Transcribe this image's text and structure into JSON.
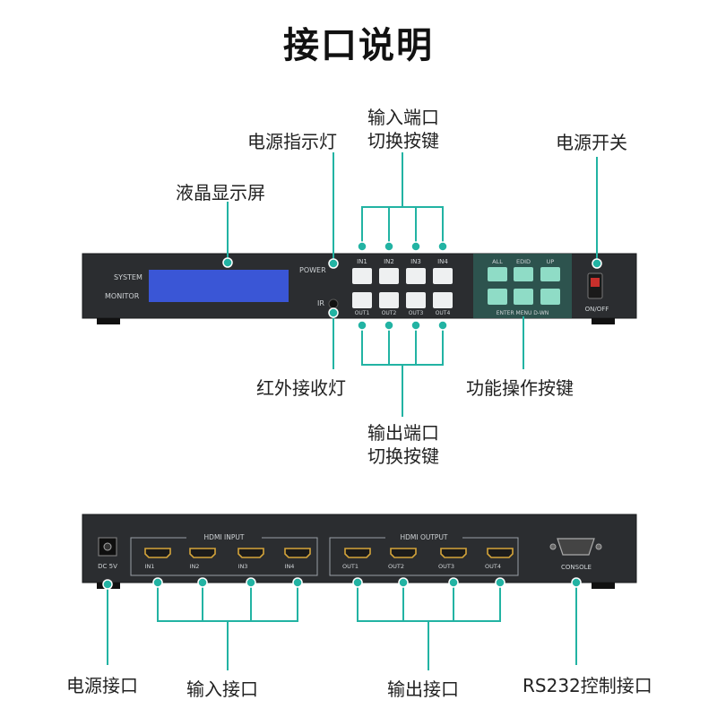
{
  "title": "接口说明",
  "front_callouts": {
    "lcd": "液晶显示屏",
    "power_led": "电源指示灯",
    "input_switch": [
      "输入端口",
      "切换按键"
    ],
    "power_switch": "电源开关",
    "ir_receiver": "红外接收灯",
    "output_switch": [
      "输出端口",
      "切换按键"
    ],
    "function_keys": "功能操作按键"
  },
  "back_callouts": {
    "dc_power": "电源接口",
    "hdmi_in": "输入接口",
    "hdmi_out": "输出接口",
    "rs232": "RS232控制接口"
  },
  "front_panel": {
    "system": "SYSTEM",
    "monitor": "MONITOR",
    "power": "POWER",
    "ir": "IR",
    "in_keys": [
      "IN1",
      "IN2",
      "IN3",
      "IN4"
    ],
    "out_keys": [
      "OUT1",
      "OUT2",
      "OUT3",
      "OUT4"
    ],
    "func_top": [
      "ALL",
      "EDID",
      "UP"
    ],
    "func_bottom": "ENTER MENU D-WN",
    "on_off": "ON/OFF"
  },
  "rear_panel": {
    "dc": "DC 5V",
    "hdmi_input": "HDMI INPUT",
    "hdmi_output": "HDMI OUTPUT",
    "in_ports": [
      "IN1",
      "IN2",
      "IN3",
      "IN4"
    ],
    "out_ports": [
      "OUT1",
      "OUT2",
      "OUT3",
      "OUT4"
    ],
    "console": "CONSOLE"
  },
  "colors": {
    "accent": "#22b3a3",
    "chassis": "#2b2d30",
    "lcd": "#3a56d6",
    "key": "#eef0f1",
    "func_key": "#8fdcc6",
    "port_gold": "#d4a43a"
  }
}
